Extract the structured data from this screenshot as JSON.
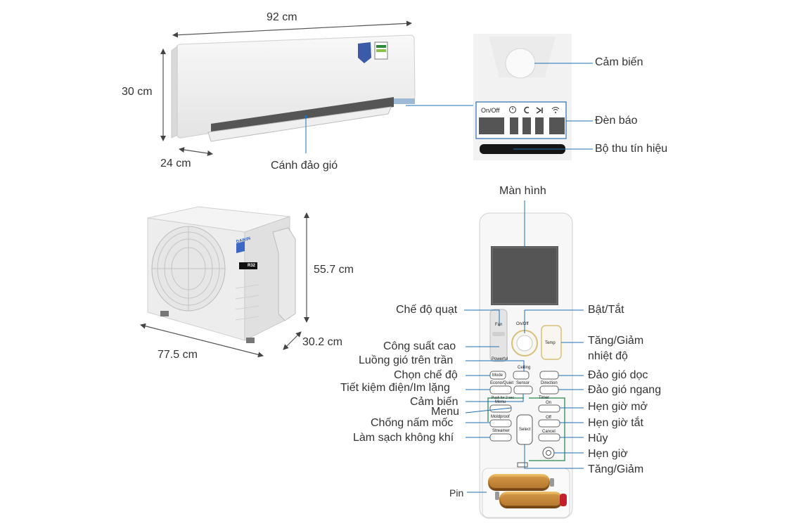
{
  "dimensions": {
    "indoor_width": "92 cm",
    "indoor_height": "30 cm",
    "indoor_depth": "24 cm",
    "outdoor_height": "55.7 cm",
    "outdoor_width": "77.5 cm",
    "outdoor_depth": "30.2 cm"
  },
  "indoor_labels": {
    "louver": "Cánh đảo gió",
    "sensor": "Cảm biến",
    "indicator": "Đèn báo",
    "receiver": "Bộ thu tín hiệu"
  },
  "panel": {
    "onoff": "On/Off"
  },
  "outdoor": {
    "brand": "DAIKIN",
    "refrigerant": "R32"
  },
  "remote_labels": {
    "screen": "Màn hình",
    "fan_mode": "Chế độ quạt",
    "power_onoff": "Bật/Tắt",
    "temp_up_down_1": "Tăng/Giảm",
    "temp_up_down_2": "nhiệt độ",
    "powerful": "Công suất cao",
    "ceiling_airflow": "Luồng gió trên trần",
    "mode_select": "Chọn chế độ",
    "vertical_swing": "Đảo gió dọc",
    "econo_quiet": "Tiết kiệm điện/Im lặng",
    "horizontal_swing": "Đảo gió ngang",
    "sensor": "Cảm biến",
    "timer_on": "Hẹn giờ mở",
    "menu": "Menu",
    "mold_proof": "Chống nấm mốc",
    "timer_off": "Hẹn giờ tắt",
    "air_clean": "Làm sạch không khí",
    "cancel": "Hủy",
    "timer": "Hẹn giờ",
    "up_down": "Tăng/Giảm",
    "battery": "Pin"
  },
  "remote_buttons": {
    "fan": "Fan",
    "onoff": "On/Off",
    "temp": "Temp",
    "powerful": "Powerful",
    "ceiling": "Ceiling",
    "mode": "Mode",
    "econo_quiet": "Econo/Quiet",
    "sensor": "Sensor",
    "direction": "Direction",
    "push_for": "Push for 2 sec",
    "menu": "Menu",
    "timer": "Timer",
    "on": "On",
    "moldproof": "Moldproof",
    "select": "Select",
    "off": "Off",
    "streamer": "Streamer",
    "cancel": "Cancel"
  },
  "colors": {
    "leader_line": "#1e6fb5",
    "text": "#333333",
    "remote_green": "#4a9a6a"
  }
}
